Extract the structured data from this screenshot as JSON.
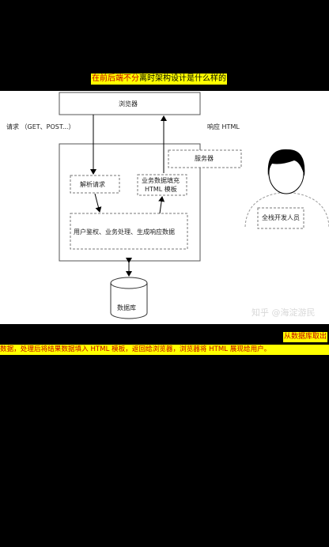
{
  "title": {
    "red1": "在前后端不分",
    "rest": "离时架构设计是什么样的"
  },
  "diagram": {
    "browser": "浏览器",
    "request": "请求 （GET、POST...）",
    "response": "响应 HTML",
    "server": "服务器",
    "parse": "解析请求",
    "fill_line1": "业务数据填充",
    "fill_line2": "HTML 模板",
    "process": "用户鉴权、业务处理、生成响应数据",
    "database": "数据库",
    "person": "全栈开发人员",
    "watermark": "知乎 @海淀游民"
  },
  "caption": {
    "line1": "从数据库取出",
    "line2": "数据，处理后将结果数据填入 HTML 模板，返回给浏览器，浏览器将 HTML 展现给用户。"
  },
  "colors": {
    "highlight": "#ffff00",
    "red_text": "#c00000",
    "background": "#000000"
  }
}
